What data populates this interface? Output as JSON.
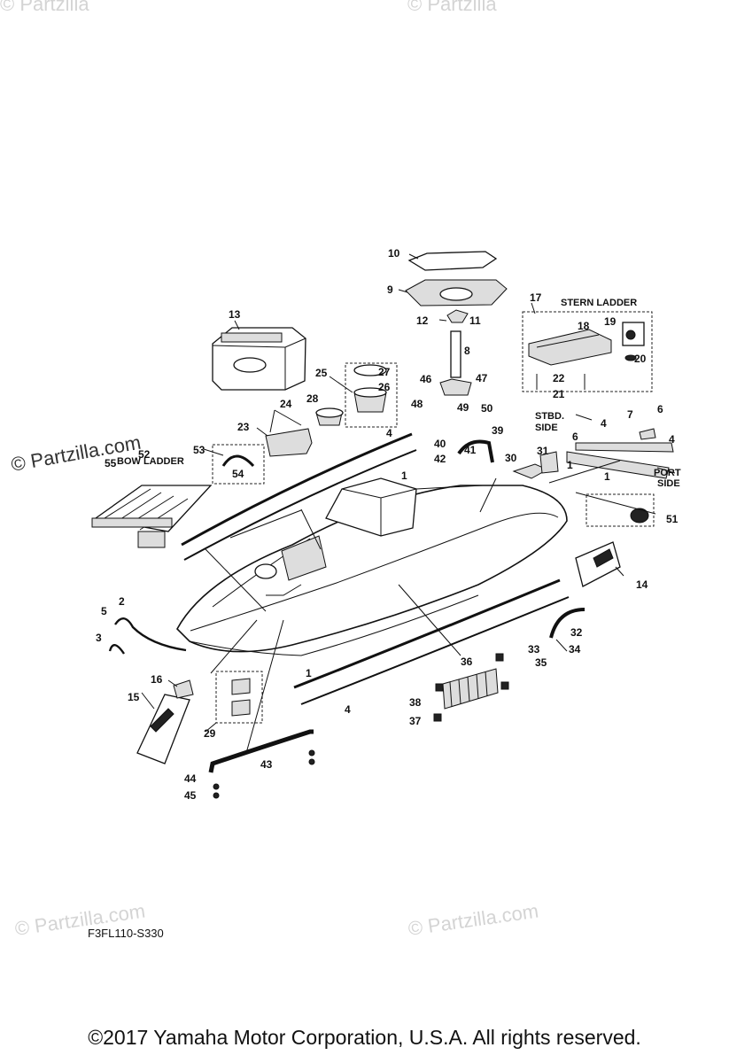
{
  "watermarks": {
    "top_left": "© Partzilla",
    "top_mid": "© Partzilla",
    "left_mid": "© Partzilla.com",
    "bottom_left": "© Partzilla.com",
    "bottom_right": "© Partzilla.com"
  },
  "callouts": [
    "1",
    "2",
    "3",
    "4",
    "5",
    "6",
    "7",
    "8",
    "9",
    "10",
    "11",
    "12",
    "13",
    "14",
    "15",
    "16",
    "17",
    "18",
    "19",
    "20",
    "21",
    "22",
    "23",
    "24",
    "25",
    "26",
    "27",
    "28",
    "29",
    "30",
    "31",
    "32",
    "33",
    "34",
    "35",
    "36",
    "37",
    "38",
    "39",
    "40",
    "41",
    "42",
    "43",
    "44",
    "45",
    "46",
    "47",
    "48",
    "49",
    "50",
    "51",
    "52",
    "53",
    "54",
    "55"
  ],
  "notes": {
    "stern_ladder": "STERN LADDER",
    "bow_ladder": "BOW LADDER",
    "stbd_side_1": "STBD.",
    "stbd_side_2": "SIDE",
    "port_side_1": "PORT",
    "port_side_2": "SIDE"
  },
  "diagram_code": "F3FL110-S330",
  "copyright": "©2017  Yamaha Motor Corporation, U.S.A. All rights reserved."
}
